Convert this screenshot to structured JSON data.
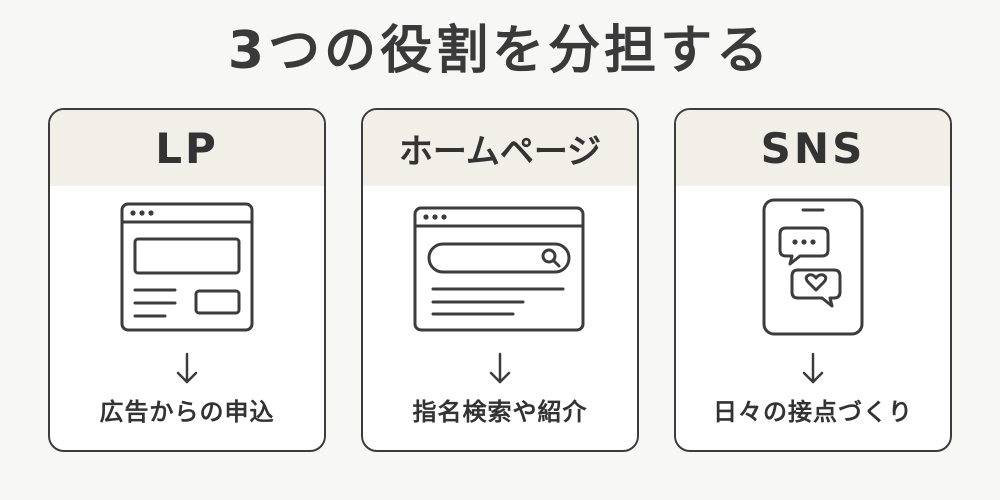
{
  "title": "3つの役割を分担する",
  "cards": [
    {
      "heading": "LP",
      "icon": "landing-page-window-icon",
      "caption": "広告からの申込"
    },
    {
      "heading": "ホームページ",
      "icon": "search-browser-window-icon",
      "caption": "指名検索や紹介"
    },
    {
      "heading": "SNS",
      "icon": "smartphone-chat-icon",
      "caption": "日々の接点づくり"
    }
  ],
  "colors": {
    "background": "#f7f7f5",
    "card_header": "#f2eee8",
    "line": "#3c3c3c",
    "text": "#333333"
  }
}
